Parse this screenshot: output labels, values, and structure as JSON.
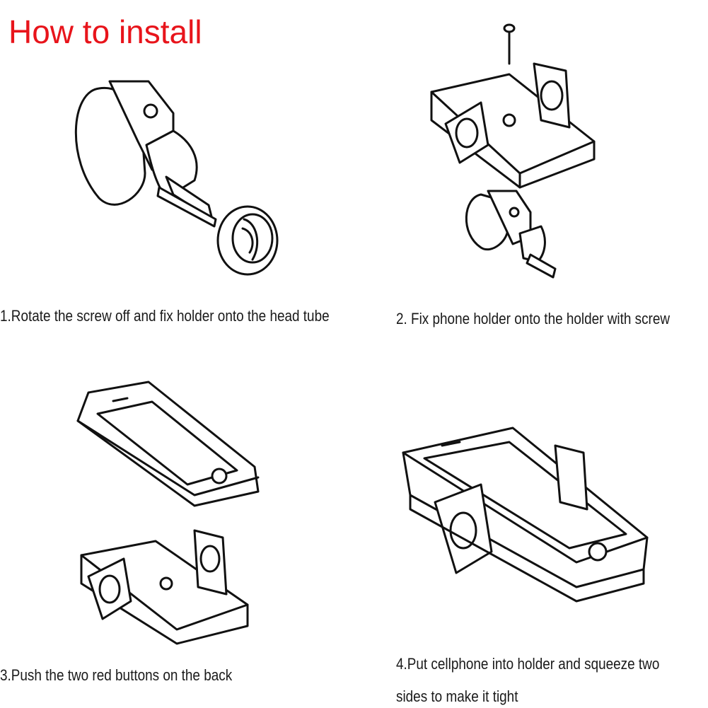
{
  "title": "How to install",
  "steps": [
    {
      "caption": "1.Rotate the screw off and fix holder onto the head tube"
    },
    {
      "caption": "2. Fix phone holder onto the holder with screw"
    },
    {
      "caption": "3.Push the  two red buttons on the back"
    },
    {
      "caption_line1": "4.Put cellphone into holder and squeeze two",
      "caption_line2": "sides to make it tight"
    }
  ],
  "colors": {
    "title": "#e8141b",
    "line": "#111111"
  }
}
